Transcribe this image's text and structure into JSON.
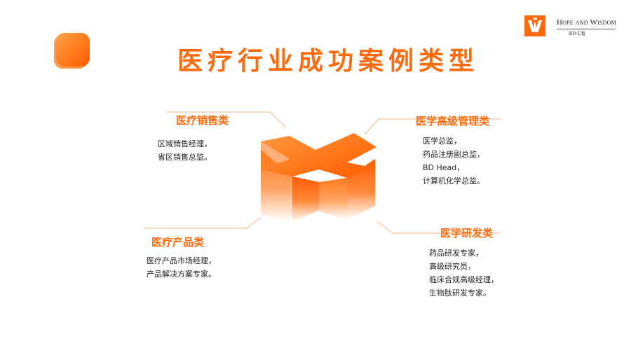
{
  "title": "医疗行业成功案例类型",
  "logo": {
    "name_en": "Hope and Wisdom",
    "name_cn": "厚朴汇智"
  },
  "categories": [
    {
      "title": "医疗销售类",
      "items": [
        "区域销售经理，",
        "省区销售总监。"
      ]
    },
    {
      "title": "医学高级管理类",
      "items": [
        "医学总监，",
        "药品注册副总监，",
        "BD Head，",
        "计算机化学总监。"
      ]
    },
    {
      "title": "医疗产品类",
      "items": [
        "医疗产品市场经理，",
        "产品解决方案专家。"
      ]
    },
    {
      "title": "医学研发类",
      "items": [
        "药品研发专家，",
        "高级研究员，",
        "临床合规高级经理，",
        "生物肽研发专家。"
      ]
    }
  ],
  "colors": {
    "accent": "#ff6a0d",
    "accent_light": "#ffa24a",
    "connector": "#f8b491",
    "text": "#1f1f1f"
  },
  "icons": [
    "decorative-square-icon",
    "hope-wisdom-logo-icon",
    "x-cross-graphic"
  ]
}
